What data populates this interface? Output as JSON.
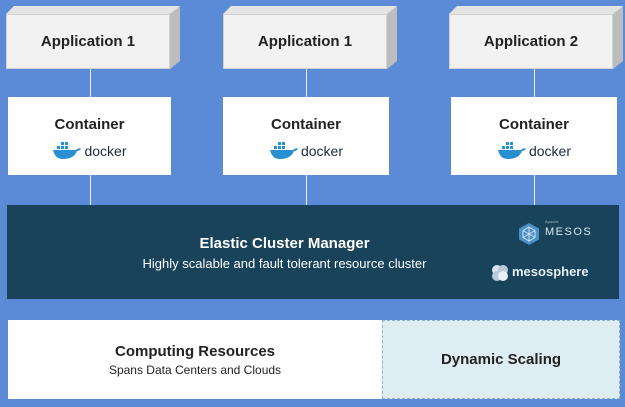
{
  "applications": [
    {
      "label": "Application 1"
    },
    {
      "label": "Application 1"
    },
    {
      "label": "Application 2"
    }
  ],
  "containers": [
    {
      "title": "Container",
      "logo_text": "docker",
      "logo_icon": "docker-whale-icon"
    },
    {
      "title": "Container",
      "logo_text": "docker",
      "logo_icon": "docker-whale-icon"
    },
    {
      "title": "Container",
      "logo_text": "docker",
      "logo_icon": "docker-whale-icon"
    }
  ],
  "cluster": {
    "title": "Elastic Cluster Manager",
    "subtitle": "Highly scalable and fault tolerant resource cluster",
    "mesos_logo_text": "MESOS",
    "mesos_logo_small": "Apache",
    "mesosphere_logo_text": "mesosphere"
  },
  "computing": {
    "title": "Computing Resources",
    "subtitle": "Spans Data Centers and Clouds"
  },
  "dynamic_scaling": {
    "label": "Dynamic Scaling"
  },
  "colors": {
    "background": "#5b8ad6",
    "cluster_bg": "#18435a",
    "docker_blue": "#2a8fd0",
    "dynamic_bg": "#deedf2"
  }
}
